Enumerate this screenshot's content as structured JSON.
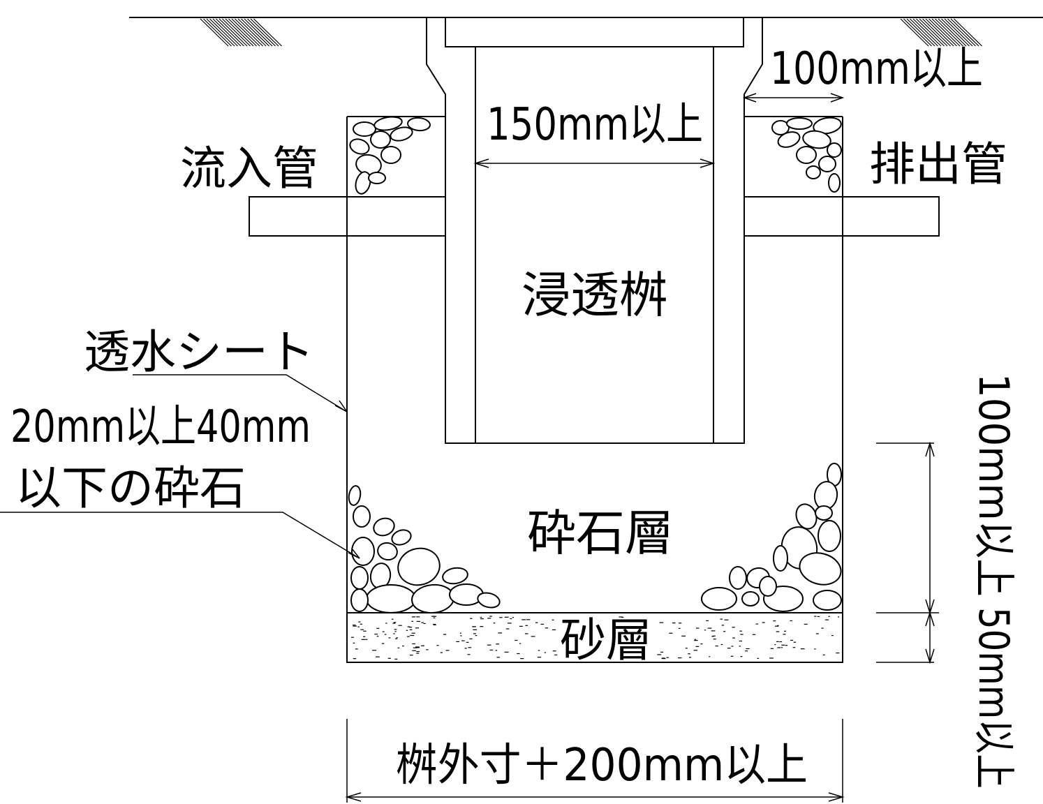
{
  "labels": {
    "inlet_pipe": "流入管",
    "outlet_pipe": "排出管",
    "basin": "浸透桝",
    "permeable_sheet": "透水シート",
    "gravel_spec_line1": "20mm以上40mm",
    "gravel_spec_line2": "以下の砕石",
    "gravel_layer": "砕石層",
    "sand_layer": "砂層"
  },
  "dimensions": {
    "inner_width": "150mm以上",
    "side_clearance": "100mm以上",
    "gravel_depth": "100mm以上",
    "sand_depth": "50mm以上",
    "outer_width": "桝外寸＋200mm以上"
  },
  "colors": {
    "line": "#000000",
    "background": "#ffffff"
  }
}
